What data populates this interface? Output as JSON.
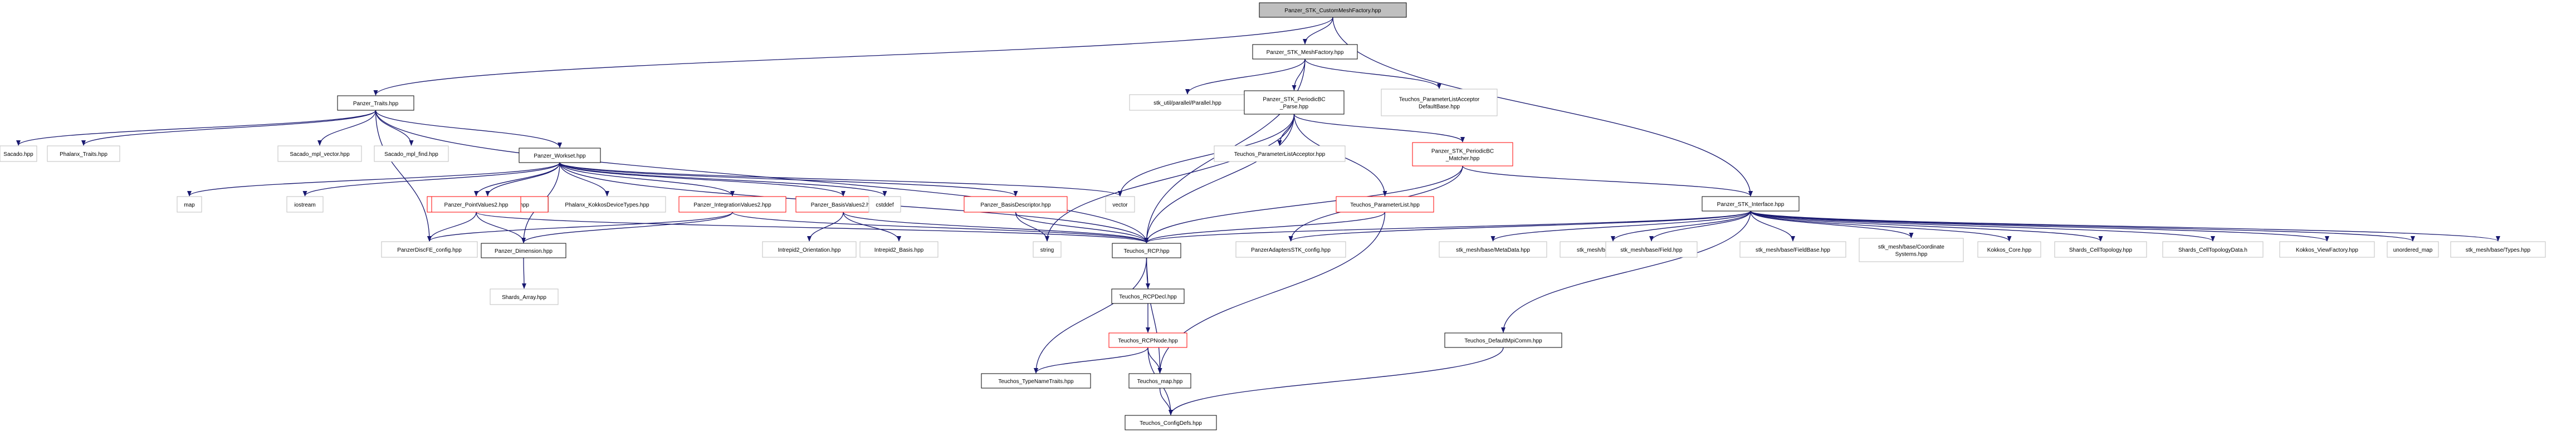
{
  "colors": {
    "edge": "#191970",
    "node_border": "#000000",
    "missing_border": "#bfbfbf",
    "truncated_border": "#ff0000",
    "root_fill": "#bfbfbf",
    "node_fill": "#ffffff"
  },
  "nodes": {
    "root": {
      "lines": [
        "Panzer_STK_CustomMeshFactory.hpp"
      ],
      "kind": "root"
    },
    "meshfactory": {
      "lines": [
        "Panzer_STK_MeshFactory.hpp"
      ],
      "kind": "doc"
    },
    "traits": {
      "lines": [
        "Panzer_Traits.hpp"
      ],
      "kind": "doc"
    },
    "stkparallel": {
      "lines": [
        "stk_util/parallel/Parallel.hpp"
      ],
      "kind": "ext"
    },
    "periodicparse": {
      "lines": [
        "Panzer_STK_PeriodicBC",
        "_Parse.hpp"
      ],
      "kind": "doc"
    },
    "pllacceptordefault": {
      "lines": [
        "Teuchos_ParameterListAcceptor",
        "DefaultBase.hpp"
      ],
      "kind": "ext"
    },
    "sacado": {
      "lines": [
        "Sacado.hpp"
      ],
      "kind": "ext"
    },
    "phalanxtraits": {
      "lines": [
        "Phalanx_Traits.hpp"
      ],
      "kind": "ext"
    },
    "mplvector": {
      "lines": [
        "Sacado_mpl_vector.hpp"
      ],
      "kind": "ext"
    },
    "mplfind": {
      "lines": [
        "Sacado_mpl_find.hpp"
      ],
      "kind": "ext"
    },
    "workset": {
      "lines": [
        "Panzer_Workset.hpp"
      ],
      "kind": "doc"
    },
    "pllacceptor": {
      "lines": [
        "Teuchos_ParameterListAcceptor.hpp"
      ],
      "kind": "ext"
    },
    "periodicmatcher": {
      "lines": [
        "Panzer_STK_PeriodicBC",
        "_Matcher.hpp"
      ],
      "kind": "trunc"
    },
    "vector": {
      "lines": [
        "vector"
      ],
      "kind": "ext"
    },
    "map": {
      "lines": [
        "map"
      ],
      "kind": "ext"
    },
    "iostream": {
      "lines": [
        "iostream"
      ],
      "kind": "ext"
    },
    "intdesc": {
      "lines": [
        "Panzer_IntegrationDescriptor.hpp"
      ],
      "kind": "trunc"
    },
    "pointvalues": {
      "lines": [
        "Panzer_PointValues2.hpp"
      ],
      "kind": "trunc"
    },
    "kokkosdev": {
      "lines": [
        "Phalanx_KokkosDeviceTypes.hpp"
      ],
      "kind": "ext"
    },
    "intvalues": {
      "lines": [
        "Panzer_IntegrationValues2.hpp"
      ],
      "kind": "trunc"
    },
    "basisvalues": {
      "lines": [
        "Panzer_BasisValues2.hpp"
      ],
      "kind": "trunc"
    },
    "cstddef": {
      "lines": [
        "cstddef"
      ],
      "kind": "ext"
    },
    "basisdesc": {
      "lines": [
        "Panzer_BasisDescriptor.hpp"
      ],
      "kind": "trunc"
    },
    "paramlist": {
      "lines": [
        "Teuchos_ParameterList.hpp"
      ],
      "kind": "trunc"
    },
    "stkinterface": {
      "lines": [
        "Panzer_STK_Interface.hpp"
      ],
      "kind": "doc"
    },
    "string": {
      "lines": [
        "string"
      ],
      "kind": "ext"
    },
    "rcp": {
      "lines": [
        "Teuchos_RCP.hpp"
      ],
      "kind": "doc"
    },
    "dofconfig": {
      "lines": [
        "PanzerDiscFE_config.hpp"
      ],
      "kind": "ext"
    },
    "dimension": {
      "lines": [
        "Panzer_Dimension.hpp"
      ],
      "kind": "doc"
    },
    "intorient": {
      "lines": [
        "Intrepid2_Orientation.hpp"
      ],
      "kind": "ext"
    },
    "intbasis": {
      "lines": [
        "Intrepid2_Basis.hpp"
      ],
      "kind": "ext"
    },
    "adapters": {
      "lines": [
        "PanzerAdaptersSTK_config.hpp"
      ],
      "kind": "ext"
    },
    "metadata": {
      "lines": [
        "stk_mesh/base/MetaData.hpp"
      ],
      "kind": "ext"
    },
    "bulkdata": {
      "lines": [
        "stk_mesh/base/BulkData.hpp"
      ],
      "kind": "ext"
    },
    "field": {
      "lines": [
        "stk_mesh/base/Field.hpp"
      ],
      "kind": "ext"
    },
    "fieldbase": {
      "lines": [
        "stk_mesh/base/FieldBase.hpp"
      ],
      "kind": "ext"
    },
    "coordsys": {
      "lines": [
        "stk_mesh/base/Coordinate",
        "Systems.hpp"
      ],
      "kind": "ext"
    },
    "kokkoscore": {
      "lines": [
        "Kokkos_Core.hpp"
      ],
      "kind": "ext"
    },
    "celltopo": {
      "lines": [
        "Shards_CellTopology.hpp"
      ],
      "kind": "ext"
    },
    "celltopodata": {
      "lines": [
        "Shards_CellTopologyData.h"
      ],
      "kind": "ext"
    },
    "viewfactory": {
      "lines": [
        "Kokkos_ViewFactory.hpp"
      ],
      "kind": "ext"
    },
    "unorderedmap": {
      "lines": [
        "unordered_map"
      ],
      "kind": "ext"
    },
    "types": {
      "lines": [
        "stk_mesh/base/Types.hpp"
      ],
      "kind": "ext"
    },
    "shardsarray": {
      "lines": [
        "Shards_Array.hpp"
      ],
      "kind": "ext"
    },
    "rcpdecl": {
      "lines": [
        "Teuchos_RCPDecl.hpp"
      ],
      "kind": "doc"
    },
    "rcpnode": {
      "lines": [
        "Teuchos_RCPNode.hpp"
      ],
      "kind": "trunc"
    },
    "defaultmpicomm": {
      "lines": [
        "Teuchos_DefaultMpiComm.hpp"
      ],
      "kind": "doc"
    },
    "typenametraits": {
      "lines": [
        "Teuchos_TypeNameTraits.hpp"
      ],
      "kind": "doc"
    },
    "teuchosmap": {
      "lines": [
        "Teuchos_map.hpp"
      ],
      "kind": "doc"
    },
    "configdefs": {
      "lines": [
        "Teuchos_ConfigDefs.hpp"
      ],
      "kind": "doc"
    }
  },
  "edges": [
    [
      "root",
      "meshfactory"
    ],
    [
      "root",
      "traits"
    ],
    [
      "root",
      "stkinterface"
    ],
    [
      "meshfactory",
      "stkparallel"
    ],
    [
      "meshfactory",
      "periodicparse"
    ],
    [
      "meshfactory",
      "pllacceptordefault"
    ],
    [
      "meshfactory",
      "rcp"
    ],
    [
      "traits",
      "sacado"
    ],
    [
      "traits",
      "phalanxtraits"
    ],
    [
      "traits",
      "mplvector"
    ],
    [
      "traits",
      "mplfind"
    ],
    [
      "traits",
      "workset"
    ],
    [
      "traits",
      "dofconfig"
    ],
    [
      "traits",
      "rcp"
    ],
    [
      "periodicparse",
      "pllacceptor"
    ],
    [
      "periodicparse",
      "periodicmatcher"
    ],
    [
      "periodicparse",
      "vector"
    ],
    [
      "periodicparse",
      "paramlist"
    ],
    [
      "periodicparse",
      "rcp"
    ],
    [
      "periodicparse",
      "string"
    ],
    [
      "workset",
      "map"
    ],
    [
      "workset",
      "iostream"
    ],
    [
      "workset",
      "intdesc"
    ],
    [
      "workset",
      "pointvalues"
    ],
    [
      "workset",
      "kokkosdev"
    ],
    [
      "workset",
      "intvalues"
    ],
    [
      "workset",
      "basisvalues"
    ],
    [
      "workset",
      "cstddef"
    ],
    [
      "workset",
      "basisdesc"
    ],
    [
      "workset",
      "vector"
    ],
    [
      "workset",
      "dimension"
    ],
    [
      "workset",
      "rcp"
    ],
    [
      "periodicmatcher",
      "stkinterface"
    ],
    [
      "periodicmatcher",
      "rcp"
    ],
    [
      "periodicmatcher",
      "adapters"
    ],
    [
      "pointvalues",
      "dofconfig"
    ],
    [
      "pointvalues",
      "dimension"
    ],
    [
      "pointvalues",
      "rcp"
    ],
    [
      "intvalues",
      "dofconfig"
    ],
    [
      "intvalues",
      "dimension"
    ],
    [
      "intvalues",
      "rcp"
    ],
    [
      "basisvalues",
      "intorient"
    ],
    [
      "basisvalues",
      "intbasis"
    ],
    [
      "basisvalues",
      "rcp"
    ],
    [
      "basisdesc",
      "string"
    ],
    [
      "basisdesc",
      "rcp"
    ],
    [
      "paramlist",
      "rcp"
    ],
    [
      "paramlist",
      "teuchosmap"
    ],
    [
      "stkinterface",
      "adapters"
    ],
    [
      "stkinterface",
      "metadata"
    ],
    [
      "stkinterface",
      "bulkdata"
    ],
    [
      "stkinterface",
      "field"
    ],
    [
      "stkinterface",
      "fieldbase"
    ],
    [
      "stkinterface",
      "coordsys"
    ],
    [
      "stkinterface",
      "kokkoscore"
    ],
    [
      "stkinterface",
      "celltopo"
    ],
    [
      "stkinterface",
      "celltopodata"
    ],
    [
      "stkinterface",
      "viewfactory"
    ],
    [
      "stkinterface",
      "unorderedmap"
    ],
    [
      "stkinterface",
      "types"
    ],
    [
      "stkinterface",
      "rcp"
    ],
    [
      "stkinterface",
      "defaultmpicomm"
    ],
    [
      "dimension",
      "shardsarray"
    ],
    [
      "rcp",
      "rcpdecl"
    ],
    [
      "rcp",
      "typenametraits"
    ],
    [
      "rcp",
      "teuchosmap"
    ],
    [
      "rcpdecl",
      "rcpnode"
    ],
    [
      "rcpnode",
      "typenametraits"
    ],
    [
      "rcpnode",
      "teuchosmap"
    ],
    [
      "rcpnode",
      "configdefs"
    ],
    [
      "defaultmpicomm",
      "configdefs"
    ],
    [
      "teuchosmap",
      "configdefs"
    ]
  ]
}
